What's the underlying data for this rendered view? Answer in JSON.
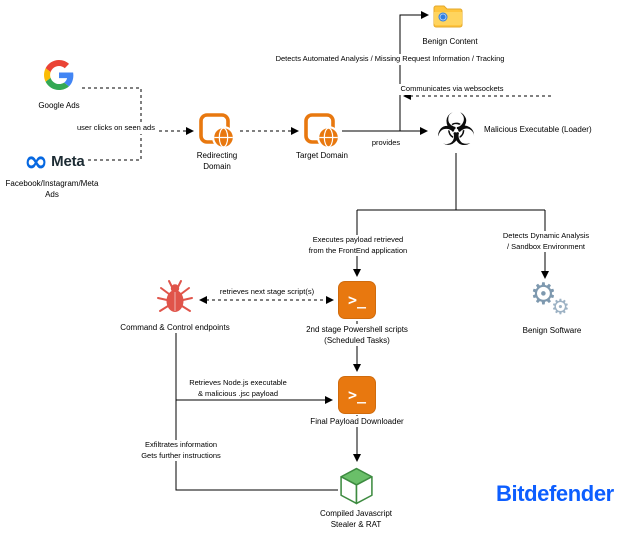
{
  "brand": {
    "name": "Bitdefender"
  },
  "nodes": {
    "benign_content": {
      "label": "Benign Content"
    },
    "google_ads": {
      "label": "Google Ads"
    },
    "meta_ads": {
      "label": "Facebook/Instagram/Meta\nAds",
      "logo_text": "Meta"
    },
    "redirecting_domain": {
      "label": "Redirecting\nDomain"
    },
    "target_domain": {
      "label": "Target Domain"
    },
    "malicious_executable": {
      "label": "Malicious Executable (Loader)"
    },
    "command_control": {
      "label": "Command & Control endpoints"
    },
    "powershell_2nd_stage": {
      "label": "2nd stage Powershell scripts\n(Scheduled Tasks)"
    },
    "benign_software": {
      "label": "Benign Software"
    },
    "final_payload_downloader": {
      "label": "Final Payload Downloader"
    },
    "compiled_js": {
      "label": "Compiled Javascript\nStealer & RAT"
    }
  },
  "edges": {
    "detects_automated": {
      "label": "Detects Automated Analysis / Missing Request Information / Tracking"
    },
    "websockets": {
      "label": "Communicates via websockets"
    },
    "user_clicks": {
      "label": "user clicks on seen ads"
    },
    "provides": {
      "label": "provides"
    },
    "executes_payload": {
      "label": "Executes payload retrieved\nfrom the FrontEnd application"
    },
    "detects_dynamic": {
      "label": "Detects Dynamic Analysis\n/ Sandbox Environment"
    },
    "retrieves_next_stage": {
      "label": "retrieves next stage script(s)"
    },
    "retrieves_nodejs": {
      "label": "Retrieves Node.js executable\n& malicious .jsc payload"
    },
    "exfiltrates": {
      "label": "Exfiltrates information\nGets further instructions"
    }
  },
  "icons": {
    "biohazard": "☣",
    "gear": "⚙",
    "meta_infinity": "∞",
    "powershell_prompt": ">_"
  },
  "colors": {
    "google-blue": "#4285F4",
    "google-red": "#EA4335",
    "google-yellow": "#FBBC05",
    "google-green": "#34A853",
    "meta-blue": "#0668E1",
    "meta-text": "#1c2b33",
    "accent-orange": "#e8780f",
    "bug-red": "#e0544a",
    "gear-blue": "#7e99af",
    "gear-blue-light": "#9db2c4",
    "cube-green": "#3d8b40",
    "cube-green-light": "#6abf69",
    "folder-yellow": "#ffc53d",
    "folder-front": "#ffd45e",
    "folder-outline": "#e3a82b",
    "folder-dot-blue": "#2f7de1",
    "brand-blue": "#0d5eff",
    "line": "#000000"
  }
}
